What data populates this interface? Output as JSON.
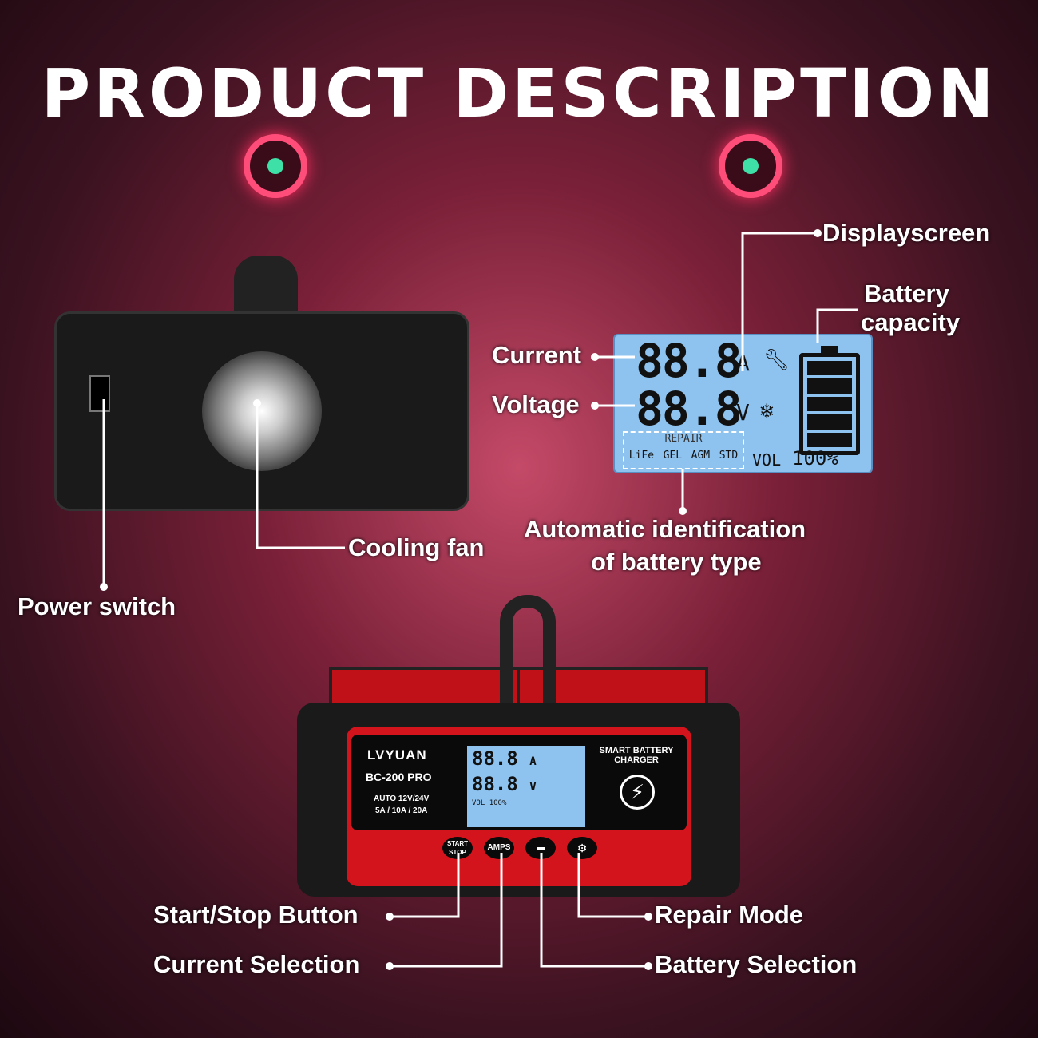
{
  "title": "PRODUCT DESCRIPTION",
  "labels": {
    "displayscreen": "Displayscreen",
    "battery_capacity_1": "Battery",
    "battery_capacity_2": "capacity",
    "current": "Current",
    "voltage": "Voltage",
    "auto_id_1": "Automatic identification",
    "auto_id_2": "of battery type",
    "cooling_fan": "Cooling fan",
    "power_switch": "Power switch",
    "start_stop": "Start/Stop Button",
    "current_selection": "Current Selection",
    "repair_mode": "Repair Mode",
    "battery_selection": "Battery Selection"
  },
  "lcd": {
    "current": "88.8",
    "current_unit": "A",
    "voltage": "88.8",
    "voltage_unit": "V",
    "repair": "REPAIR",
    "types": [
      "LiFe",
      "GEL",
      "AGM",
      "STD"
    ],
    "vol": "VOL",
    "percent": "100%"
  },
  "charger": {
    "brand": "LVYUAN",
    "model": "BC-200 PRO",
    "spec1": "AUTO 12V/24V",
    "spec2": "5A / 10A / 20A",
    "tagline1": "SMART BATTERY",
    "tagline2": "CHARGER",
    "buttons": [
      "START STOP",
      "AMPS",
      "",
      ""
    ],
    "button_captions": [
      "Current Selection",
      "Battery Selection",
      "Repair Mode"
    ]
  },
  "colors": {
    "accent": "#ff2d60",
    "charger_red": "#d4141c",
    "lcd_blue": "#8ec3f0"
  }
}
